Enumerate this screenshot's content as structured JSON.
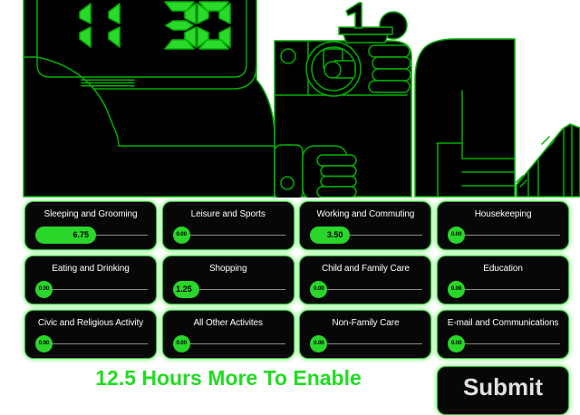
{
  "colors": {
    "line_green": "#00B100",
    "digit_green": "#2BD92B",
    "slider_green": "#29D629",
    "footer_green": "#21DC21",
    "track_gray": "#8B8B8B"
  },
  "illustration": {
    "clock_time": "11:30",
    "clock_digits": "1130"
  },
  "sliders": [
    {
      "label": "Sleeping and Grooming",
      "value": "6.75"
    },
    {
      "label": "Leisure and Sports",
      "value": "0.00"
    },
    {
      "label": "Working and Commuting",
      "value": "3.50"
    },
    {
      "label": "Housekeeping",
      "value": "0.00"
    },
    {
      "label": "Eating and Drinking",
      "value": "0.00"
    },
    {
      "label": "Shopping",
      "value": "1.25"
    },
    {
      "label": "Child and Family Care",
      "value": "0.00"
    },
    {
      "label": "Education",
      "value": "0.00"
    },
    {
      "label": "Civic and Religious Activity",
      "value": "0.00"
    },
    {
      "label": "All Other Activites",
      "value": "0.00"
    },
    {
      "label": "Non-Family Care",
      "value": "0.00"
    },
    {
      "label": "E-mail and Communications",
      "value": "0.00"
    }
  ],
  "footer": {
    "status_text": "12.5 Hours More To Enable",
    "submit_label": "Submit"
  }
}
